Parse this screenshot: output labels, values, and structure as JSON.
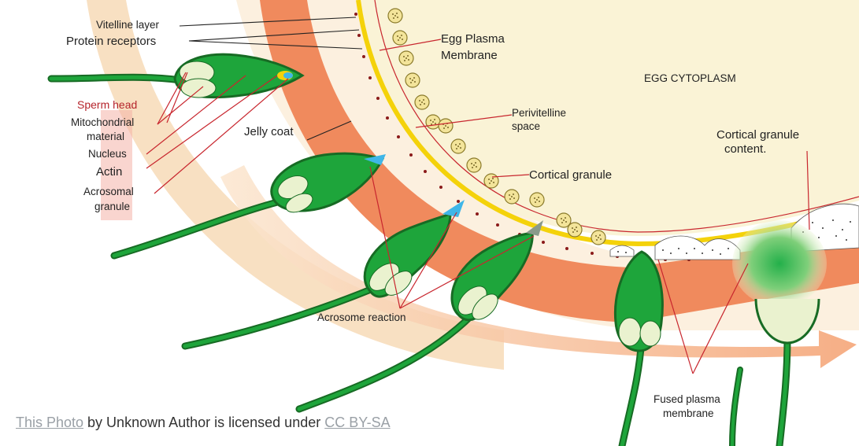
{
  "labels": {
    "vitelline_layer": "Vitelline layer",
    "protein_receptors": "Protein receptors",
    "egg_plasma_membrane_1": "Egg Plasma",
    "egg_plasma_membrane_2": "Membrane",
    "egg_cytoplasm": "EGG CYTOPLASM",
    "sperm_head": "Sperm head",
    "mitochondrial_1": "Mitochondrial",
    "mitochondrial_2": "material",
    "nucleus": "Nucleus",
    "actin": "Actin",
    "acrosomal_1": "Acrosomal",
    "acrosomal_2": "granule",
    "jelly_coat": "Jelly coat",
    "perivitelline_1": "Perivitelline",
    "perivitelline_2": "space",
    "cortical_granule": "Cortical granule",
    "cortical_content_1": "Cortical granule",
    "cortical_content_2": "content.",
    "acrosome_reaction": "Acrosome reaction",
    "fused_1": "Fused plasma",
    "fused_2": "membrane"
  },
  "attribution": {
    "link1": "This Photo",
    "middle": " by Unknown Author is licensed under ",
    "link2": "CC BY-SA"
  },
  "colors": {
    "cytoplasm": "#faf3d6",
    "vitelline": "#f08a5d",
    "jelly": "#f7ddbb",
    "membrane_yellow": "#f4d20a",
    "sperm_green": "#1ea53b",
    "sperm_dark": "#176b24",
    "label_red": "#b5242b"
  }
}
